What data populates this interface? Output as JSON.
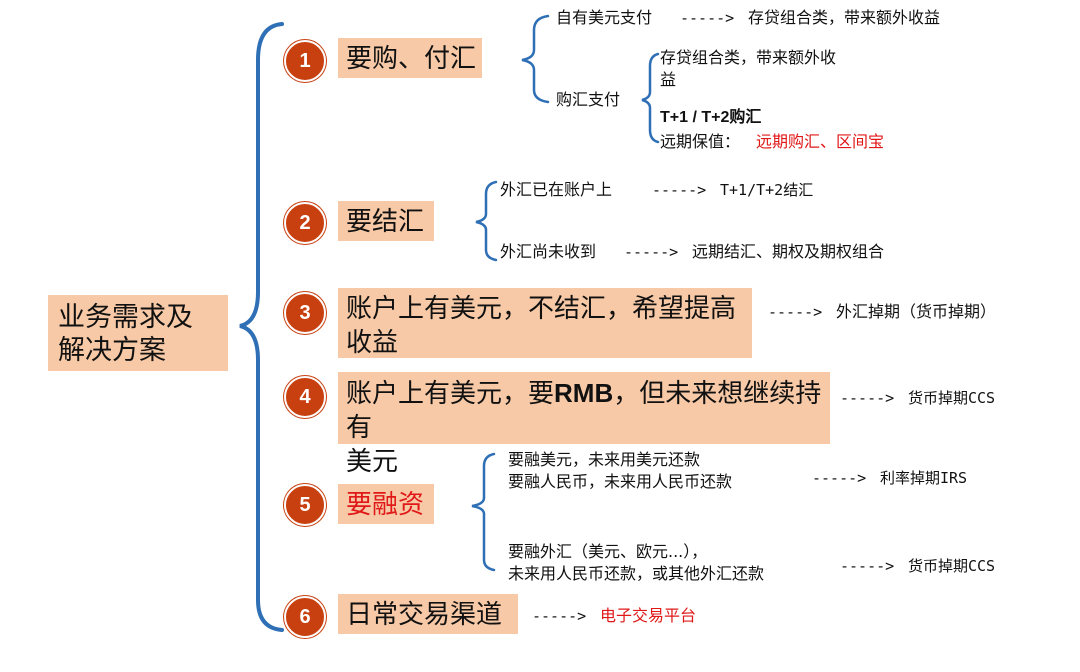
{
  "root": {
    "line1": "业务需求及",
    "line2": "解决方案"
  },
  "arrow": "----->",
  "items": [
    {
      "num": "1",
      "title": "要购、付汇",
      "branches": [
        {
          "label": "自有美元支付",
          "result": "存贷组合类，带来额外收益"
        },
        {
          "label": "购汇支付",
          "sub": [
            "存贷组合类，带来额外收",
            "益",
            "T+1 / T+2购汇",
            "远期保值：",
            "远期购汇、区间宝"
          ]
        }
      ]
    },
    {
      "num": "2",
      "title": "要结汇",
      "branches": [
        {
          "label": "外汇已在账户上",
          "result": "T+1/T+2结汇"
        },
        {
          "label": "外汇尚未收到",
          "result": "远期结汇、期权及期权组合"
        }
      ]
    },
    {
      "num": "3",
      "title_line1": "账户上有美元，不结汇，希望提高",
      "title_line2": "收益",
      "result": "外汇掉期（货币掉期）"
    },
    {
      "num": "4",
      "title_line1a": "账户上有美元，要",
      "title_line1b": "RMB",
      "title_line1c": "，但未来想继续持有",
      "title_line2": "美元",
      "result": "货币掉期CCS"
    },
    {
      "num": "5",
      "title": "要融资",
      "branches": [
        {
          "line1": "要融美元，未来用美元还款",
          "line2": "要融人民币，未来用人民币还款",
          "result": "利率掉期IRS"
        },
        {
          "line1": "要融外汇（美元、欧元...），",
          "line2": "未来用人民币还款，或其他外汇还款",
          "result": "货币掉期CCS"
        }
      ]
    },
    {
      "num": "6",
      "title": "日常交易渠道",
      "result": "电子交易平台"
    }
  ],
  "colors": {
    "box": "#f7c9a6",
    "circle": "#c84010",
    "brace": "#2e6fb5",
    "red": "#e01818"
  }
}
